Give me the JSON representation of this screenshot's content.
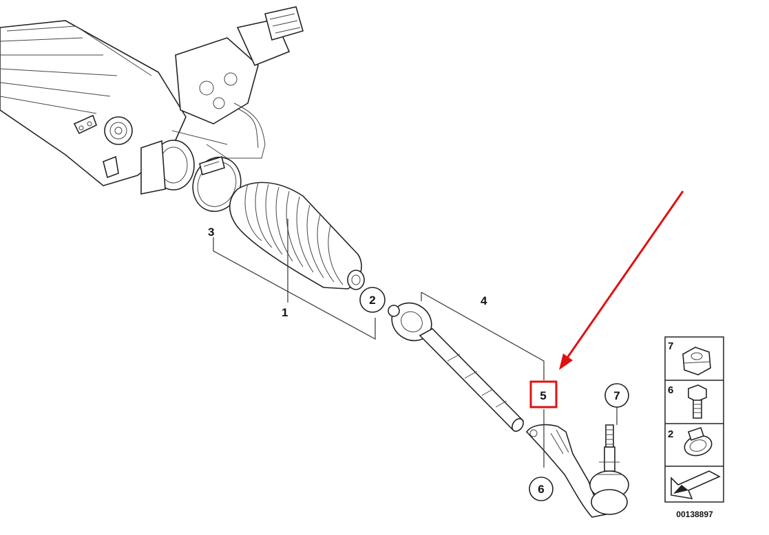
{
  "callouts": {
    "c1": "1",
    "c2": "2",
    "c3": "3",
    "c4": "4",
    "c5": "5",
    "c6": "6",
    "c7": "7"
  },
  "legend": {
    "item_top": "7",
    "item_mid": "6",
    "item_bottom": "2"
  },
  "reference_number": "00138897",
  "highlight_color": "#e01010"
}
